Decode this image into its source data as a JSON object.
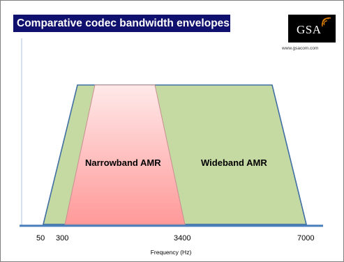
{
  "title": "Comparative codec bandwidth envelopes",
  "logo": {
    "text": "GSA",
    "url": "www.gsacom.com"
  },
  "regions": {
    "narrowband": {
      "label": "Narrowband AMR",
      "color": "#ff9f9f"
    },
    "wideband": {
      "label": "Wideband AMR",
      "color": "#c5d9a2"
    }
  },
  "axis": {
    "ticks": [
      "50",
      "300",
      "3400",
      "7000"
    ],
    "title": "Frequency (Hz)",
    "color": "#4a7ebb"
  }
}
